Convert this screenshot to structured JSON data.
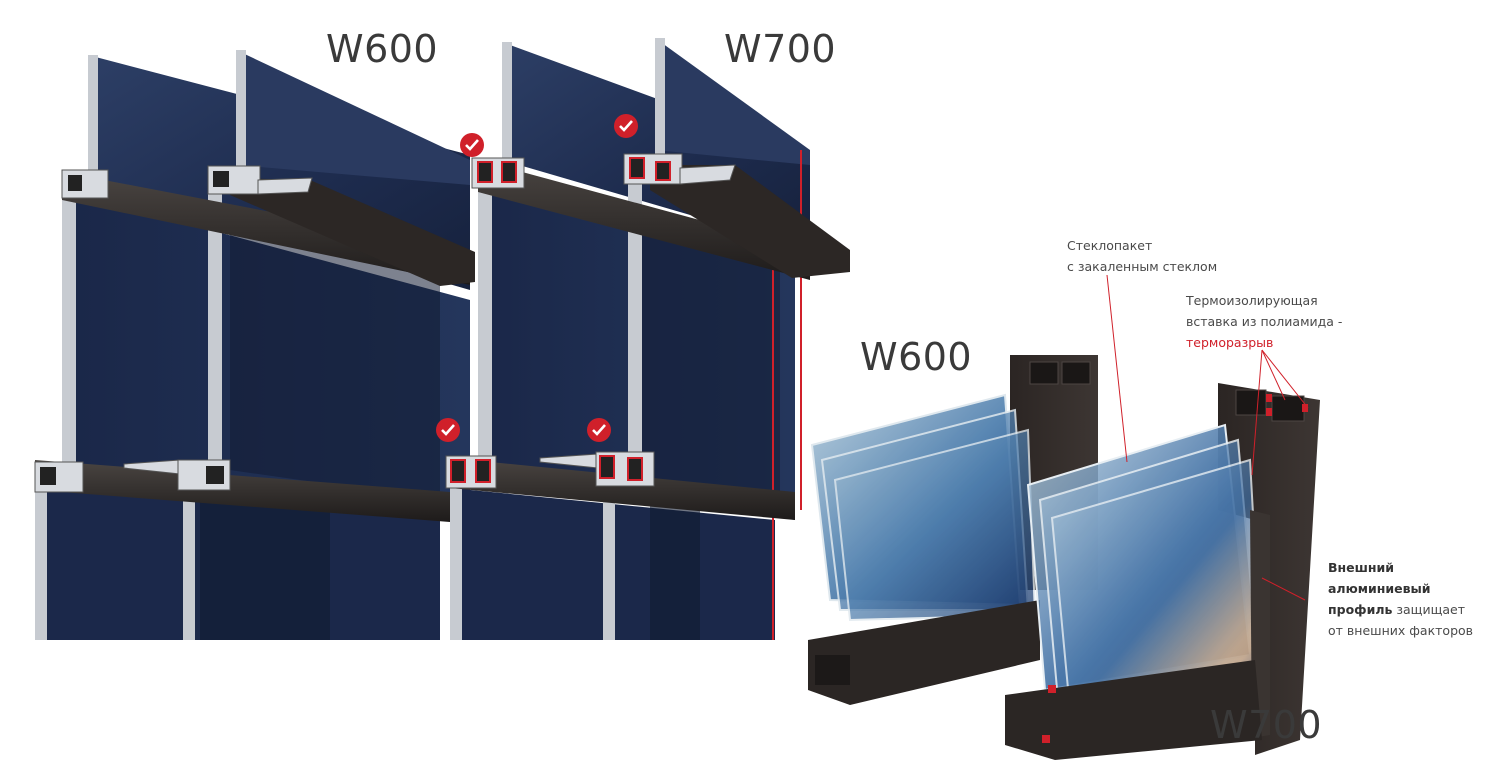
{
  "labels": {
    "top_left": "W600",
    "top_right": "W700",
    "bottom_w600": "W600",
    "bottom_w700": "W700"
  },
  "callouts": {
    "glass_unit": {
      "line1": "Стеклопакет",
      "line2": "с закаленным стеклом"
    },
    "thermal_insert": {
      "line1": "Термоизолирующая",
      "line2": "вставка из полиамида -",
      "highlight": "терморазрыв"
    },
    "outer_profile": {
      "bold1": "Внешний алюминиевый",
      "bold2": "профиль",
      "rest2": " защищает",
      "line3": "от внешних факторов"
    }
  },
  "colors": {
    "glass_dark": "#1c2a4a",
    "glass_mid": "#26385e",
    "frame": "#2a2624",
    "accent_red": "#d0202a",
    "aluminium": "#c9ccd0"
  }
}
